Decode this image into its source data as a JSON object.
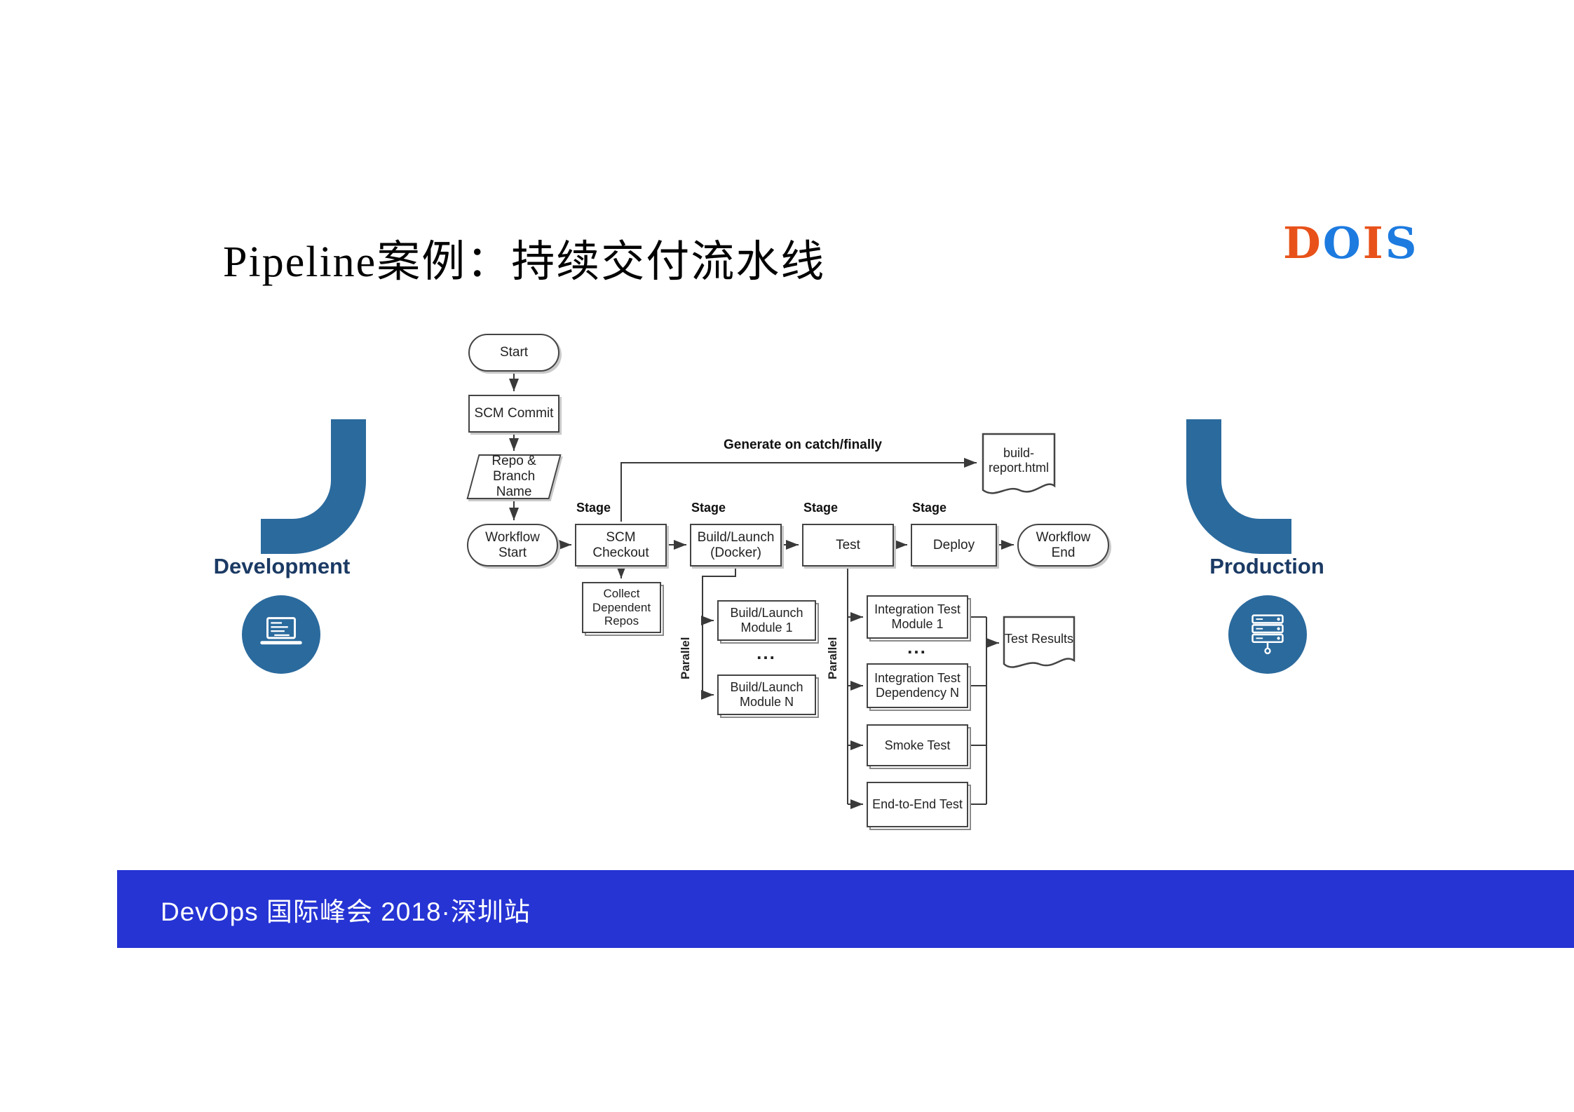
{
  "title": "Pipeline案例：持续交付流水线",
  "logo": {
    "d": "D",
    "o": "O",
    "i": "I",
    "s": "S"
  },
  "development": {
    "label": "Development"
  },
  "production": {
    "label": "Production"
  },
  "footer": {
    "text": "DevOps 国际峰会 2018·深圳站"
  },
  "colors": {
    "pipe_blue": "#2b6a9d",
    "label_navy": "#1b3a64",
    "banner_blue": "#2634d4",
    "logo_orange": "#e8521a",
    "logo_blue": "#1d7be0",
    "line_gray": "#3a3a3a"
  },
  "flowchart": {
    "stage_label": "Stage",
    "parallel_label": "Parallel",
    "generate_note": "Generate on catch/finally",
    "ellipsis": "...",
    "nodes": {
      "start": "Start",
      "scm_commit": "SCM Commit",
      "repo_branch": "Repo & Branch Name",
      "workflow_start": "Workflow Start",
      "scm_checkout": "SCM Checkout",
      "build_launch": "Build/Launch (Docker)",
      "test": "Test",
      "deploy": "Deploy",
      "workflow_end": "Workflow End",
      "collect_repos": "Collect Dependent Repos",
      "build_module_1": "Build/Launch Module 1",
      "build_module_n": "Build/Launch Module N",
      "integration_test_1": "Integration Test Module 1",
      "integration_test_n": "Integration Test Dependency N",
      "smoke_test": "Smoke Test",
      "e2e_test": "End-to-End Test",
      "test_results": "Test Results",
      "build_report": "build-report.html"
    }
  }
}
